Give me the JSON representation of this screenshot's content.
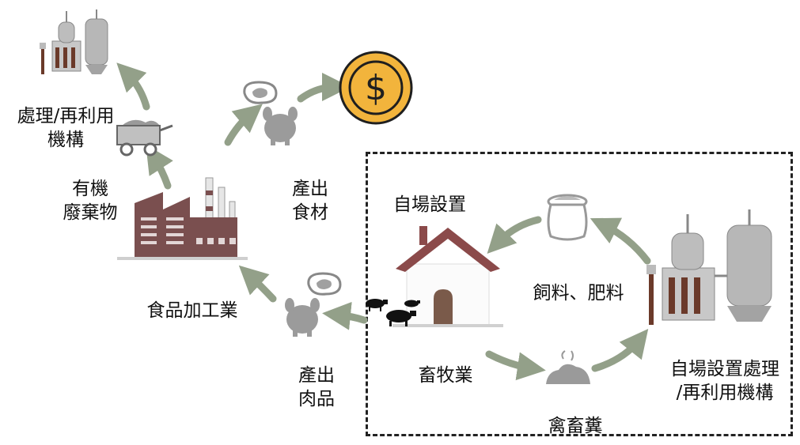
{
  "labels": {
    "processing_facility": [
      "處理/再利用",
      "機構"
    ],
    "organic_waste": [
      "有機",
      "廢棄物"
    ],
    "food_output": [
      "產出",
      "食材"
    ],
    "food_processing": "食品加工業",
    "meat_output": [
      "產出",
      "肉品"
    ],
    "self_facility": "自場設置",
    "feed_fertilizer": "飼料、肥料",
    "livestock": "畜牧業",
    "onsite_processing": [
      "自場設置處理",
      "/再利用機構"
    ],
    "manure": "禽畜糞"
  },
  "coin_symbol": "$",
  "colors": {
    "arrow": "#93a089",
    "coin_fill": "#f2b43c",
    "coin_edge": "#1f1f1f",
    "roof": "#8b4a4a",
    "factory": "#7a4f4f",
    "gray_icon": "#a8a8a8",
    "dashed_frame": "#222222"
  },
  "icons": [
    "tank-icon",
    "cart-icon",
    "factory-icon",
    "chicken-icon",
    "meat-icon",
    "coin-icon",
    "house-icon",
    "cattle-icon",
    "sack-icon",
    "manure-icon"
  ]
}
